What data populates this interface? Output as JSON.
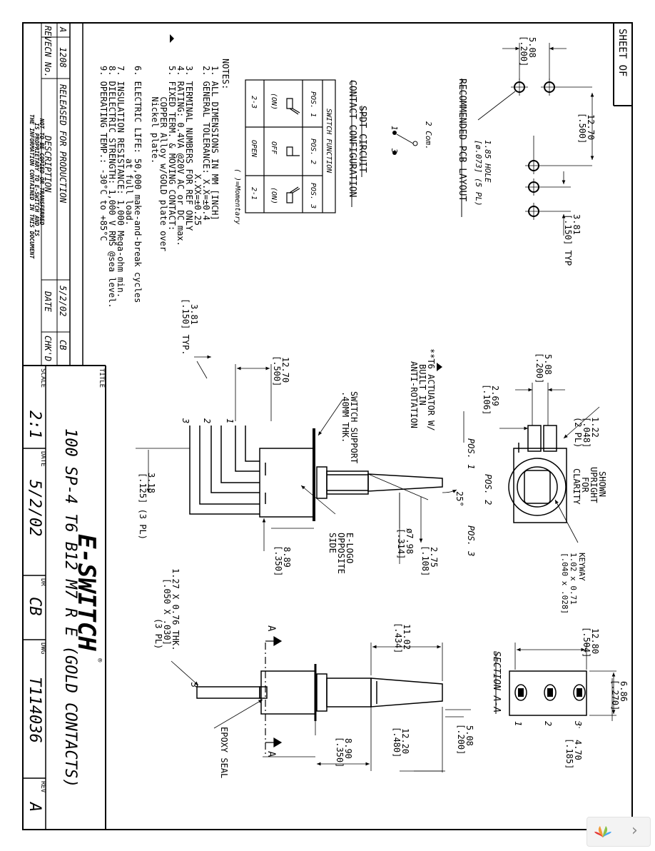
{
  "sheet": {
    "header": "SHEET   OF"
  },
  "title_block": {
    "title_label": "TITLE",
    "title": "100 SP-4 T6 B12 M7 R E (GOLD CONTACTS)",
    "logo": "E-SWITCH",
    "scale_label": "SCALE",
    "scale": "2:1",
    "date_label": "DATE",
    "date": "5/2/02",
    "dr_label": "DR",
    "dr": "CB",
    "dwg_label": "DWG",
    "dwg": "T114036",
    "rev_label": "REV",
    "rev": "A"
  },
  "revision_table": {
    "headers": [
      "REV",
      "ECN No.",
      "DESCRIPTION",
      "DATE",
      "CHK'D"
    ],
    "row": [
      "A",
      "1208",
      "RELEASED FOR PRODUCTION",
      "5/2/02",
      "CB"
    ],
    "proprietary": [
      "THE INFORMATION CONTAINED IN THIS DOCUMENT",
      "IS PROPRIETARY TO E-SWITCH AND IS",
      "NOT TO BE COPIED OR TRANSFERRED"
    ]
  },
  "notes": {
    "heading": "NOTES:",
    "lines": [
      "1. ALL DIMENSIONS IN MM [INCH]",
      "2. GENERAL TOLERANCE: X.X=±0.4",
      "                     X.XX=±0.25",
      "3. TERMINAL NUMBERS FOR REF ONLY",
      "4. RATING: 0.4VA @20V AC or DC max.",
      "5. FIXED TERM. & MOVING CONTACT:",
      "      COPPER Alloy w/GOLD plate over",
      "      Nickel plate.",
      "6. ELECTRIC LIFE: 50,000 make-and-break cycles",
      "                  at full load.",
      "7. INSULATION RESISTANCE: 1,000 Mega-ohm min.",
      "8. DIELECTRIC STRENGTH: 1,000 V RMS @sea level.",
      "9. OPERATING TEMP.: -30°C to +85°C"
    ]
  },
  "circuit": {
    "title1": "SPDT CIRCUIT",
    "title2": "CONTACT CONFIGURATION",
    "com": "2 Com.",
    "t1": "1",
    "t3": "3",
    "table_header": "SWITCH FUNCTION",
    "positions": [
      "POS. 1",
      "POS. 2",
      "POS. 3"
    ],
    "row1": [
      "(ON)",
      "OFF",
      "(ON)"
    ],
    "row2_labels": [
      "2-3",
      "OPEN",
      "2-1"
    ],
    "footnote": "( )=Momentary"
  },
  "pcb": {
    "title": "RECOMMENDED PCB LAYOUT",
    "dim_508": "5.08",
    "dim_508_in": "[.200]",
    "dim_1270": "12.70",
    "dim_1270_in": "[.500]",
    "dim_381": "3.81",
    "dim_381_in": "[.150] TYP",
    "hole_1": "1.85 HOLE",
    "hole_2": "[ø.073] (5 PL)"
  },
  "end_view": {
    "shown1": "SHOWN",
    "shown2": "UPRIGHT",
    "shown3": "FOR",
    "shown4": "CLARITY",
    "keyway1": "KEYWAY",
    "keyway2": "1.02 x 0.71",
    "keyway3": "[.040 x .028]",
    "dim_122": "1.22",
    "dim_122_in": "[.048]",
    "dim_122_pl": "(2 PL)",
    "dim_508": "5.08",
    "dim_508_in": "[.200]",
    "dim_269": "2.69",
    "dim_269_in": "[.106]",
    "t6_1": "**T6 ACTUATOR W/",
    "t6_2": "BUILT IN",
    "t6_3": "ANTI-ROTATION"
  },
  "side_view": {
    "support1": "SWITCH SUPPORT",
    "support2": ".40MM THK.",
    "dim_1270": "12.70",
    "dim_1270_in": "[.500]",
    "dim_381": "3.81",
    "dim_381_in": "[.150] TYP.",
    "dim_318": "3.18",
    "dim_318_in": "[.125] (3 PL)",
    "pos1": "POS. 1",
    "pos2": "POS. 2",
    "pos3": "POS. 3",
    "angle": "25°",
    "dim_275": "2.75",
    "dim_275_in": "[.108]",
    "dim_798": "ø7.98",
    "dim_798_in": "[.314]",
    "elogo1": "E-LOGO",
    "elogo2": "OPPOSITE",
    "elogo3": "SIDE",
    "dim_889": "8.89",
    "dim_889_in": "[.350]",
    "terminals": [
      "1",
      "2",
      "3"
    ]
  },
  "section": {
    "title": "SECTION A-A",
    "dim_686": "6.86",
    "dim_686_in": "[.270]",
    "dim_470": "4.70",
    "dim_470_in": "[.185]",
    "dim_1280": "12.80",
    "dim_1280_in": "[.504]",
    "terminals": [
      "1",
      "2",
      "3"
    ]
  },
  "front_view": {
    "dim_1102": "11.02",
    "dim_1102_in": "[.434]",
    "dim_127_1": "1.27 X 0.76 THK.",
    "dim_127_2": "[.050 X .030]",
    "dim_127_3": "(3 PL)",
    "dim_508": "5.08",
    "dim_508_in": "[.200]",
    "dim_1220": "12.20",
    "dim_1220_in": "[.480]",
    "dim_890": "8.90",
    "dim_890_in": "[.350]",
    "epoxy": "EPOXY SEAL",
    "section_mark": "A",
    "terminal": "3"
  }
}
